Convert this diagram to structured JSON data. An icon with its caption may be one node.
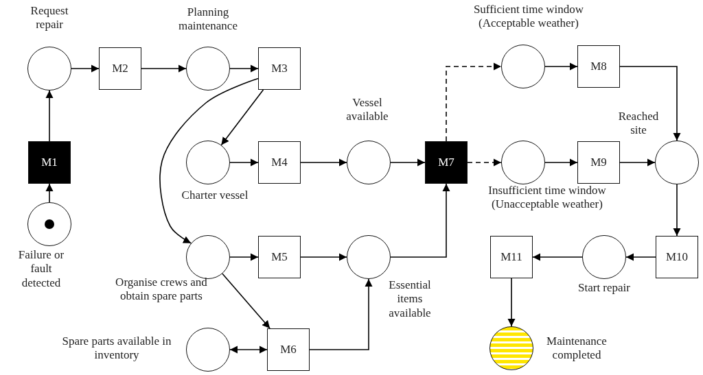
{
  "diagram": {
    "nodes": [
      {
        "text": [],
        "shape": "circle",
        "beside": [
          "Request repair"
        ]
      },
      {
        "text": [
          "M2"
        ]
      },
      {
        "text": [],
        "shape": "circle",
        "beside": [
          "Planning maintenance"
        ]
      },
      {
        "text": [
          "M3"
        ]
      },
      {
        "text": [],
        "shape": "circle",
        "beside": [
          "Charter vessel"
        ]
      },
      {
        "text": [
          "M4"
        ]
      },
      {
        "text": [],
        "shape": "circle",
        "beside": [
          "Vessel available"
        ]
      },
      {
        "text": [
          "M7"
        ]
      },
      {
        "text": [],
        "shape": "circle",
        "beside": [
          "Sufficient time window (Acceptable weather)"
        ]
      },
      {
        "text": [
          "M8"
        ]
      },
      {
        "text": [],
        "shape": "circle",
        "beside": [
          "Insufficient time window (Unacceptable weather)"
        ]
      },
      {
        "text": [
          "M9"
        ]
      },
      {
        "text": [],
        "shape": "circle",
        "beside": [
          "Reached site"
        ]
      },
      {
        "text": [
          "M10"
        ]
      },
      {
        "text": [],
        "shape": "circle",
        "beside": [
          "Start repair"
        ]
      },
      {
        "text": [
          "M11"
        ]
      },
      {
        "text": [],
        "shape": "circle",
        "beside": [
          "Maintenance completed"
        ]
      },
      {
        "text": [
          "M1"
        ]
      },
      {
        "text": [],
        "shape": "circle",
        "beside": [
          "Failure or fault detected"
        ]
      },
      {
        "text": [],
        "shape": "circle",
        "beside": [
          "Organise crews and obtain spare parts"
        ]
      },
      {
        "text": [
          "M5"
        ]
      },
      {
        "text": [],
        "shape": "circle",
        "beside": [
          "Essential items available"
        ]
      },
      {
        "text": [
          "M6"
        ]
      },
      {
        "text": [],
        "shape": "circle",
        "beside": [
          "Spare parts available in inventory"
        ]
      }
    ],
    "edges": [
      {
        "from": 18,
        "to": 17,
        "arrow": "to"
      },
      {
        "from": 17,
        "to": 0,
        "arrow": "to"
      },
      {
        "from": 0,
        "to": 1,
        "arrow": "to"
      },
      {
        "from": 1,
        "to": 2,
        "arrow": "to"
      },
      {
        "from": 2,
        "to": 3,
        "arrow": "to"
      },
      {
        "from": 3,
        "to": 4,
        "arrow": "to"
      },
      {
        "from": 3,
        "to": 19,
        "arrow": "to"
      },
      {
        "from": 4,
        "to": 5,
        "arrow": "to"
      },
      {
        "from": 5,
        "to": 6,
        "arrow": "to"
      },
      {
        "from": 6,
        "to": 7,
        "arrow": "to"
      },
      {
        "from": 19,
        "to": 20,
        "arrow": "to"
      },
      {
        "from": 20,
        "to": 21,
        "arrow": "to"
      },
      {
        "from": 19,
        "to": 22,
        "arrow": "to"
      },
      {
        "from": 23,
        "to": 22,
        "arrow": "both"
      },
      {
        "from": 22,
        "to": 21,
        "arrow": "to"
      },
      {
        "from": 21,
        "to": 7,
        "arrow": "to"
      },
      {
        "from": 7,
        "to": 8,
        "arrow": "to",
        "style": "dashed"
      },
      {
        "from": 7,
        "to": 10,
        "arrow": "to",
        "style": "dashed"
      },
      {
        "from": 8,
        "to": 9,
        "arrow": "to"
      },
      {
        "from": 10,
        "to": 11,
        "arrow": "to"
      },
      {
        "from": 9,
        "to": 12,
        "arrow": "to"
      },
      {
        "from": 11,
        "to": 12,
        "arrow": "to"
      },
      {
        "from": 12,
        "to": 13,
        "arrow": "to"
      },
      {
        "from": 13,
        "to": 14,
        "arrow": "to"
      },
      {
        "from": 14,
        "to": 15,
        "arrow": "to"
      },
      {
        "from": 15,
        "to": 16,
        "arrow": "to"
      }
    ]
  }
}
